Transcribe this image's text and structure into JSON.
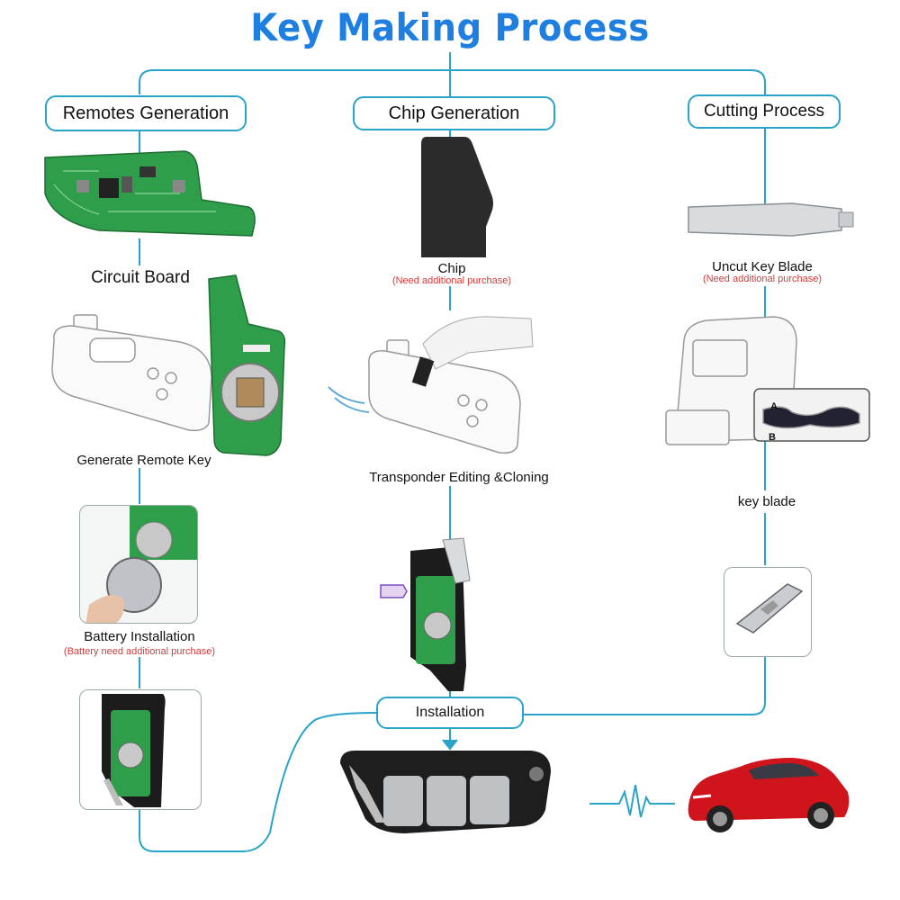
{
  "title": "Key Making Process",
  "columns": {
    "remotes": "Remotes Generation",
    "chip": "Chip Generation",
    "cutting": "Cutting Process"
  },
  "captions": {
    "circuit_board": "Circuit Board",
    "generate_remote": "Generate Remote Key",
    "battery": "Battery Installation",
    "battery_note": "(Battery need additional purchase)",
    "chip": "Chip",
    "chip_note": "(Need additional purchase)",
    "transponder": "Transponder Editing &Cloning",
    "uncut_blade": "Uncut Key  Blade",
    "uncut_note": "(Need additional purchase)",
    "key_blade": "key blade",
    "installation": "Installation",
    "blade_a": "A",
    "blade_b": "B"
  },
  "colors": {
    "title": "#1e7fe0",
    "connector": "#2aa3c9",
    "note": "#d23a3a",
    "pcb": "#2f9e4a",
    "car": "#d0141c"
  },
  "icons": [
    "circuit-board",
    "remote-outline",
    "coin-battery",
    "transponder-chip",
    "hand-pointer",
    "uncut-blade",
    "key-cutting-machine",
    "key-blade-closeup",
    "flip-key-fob",
    "pulse-signal",
    "red-car"
  ]
}
